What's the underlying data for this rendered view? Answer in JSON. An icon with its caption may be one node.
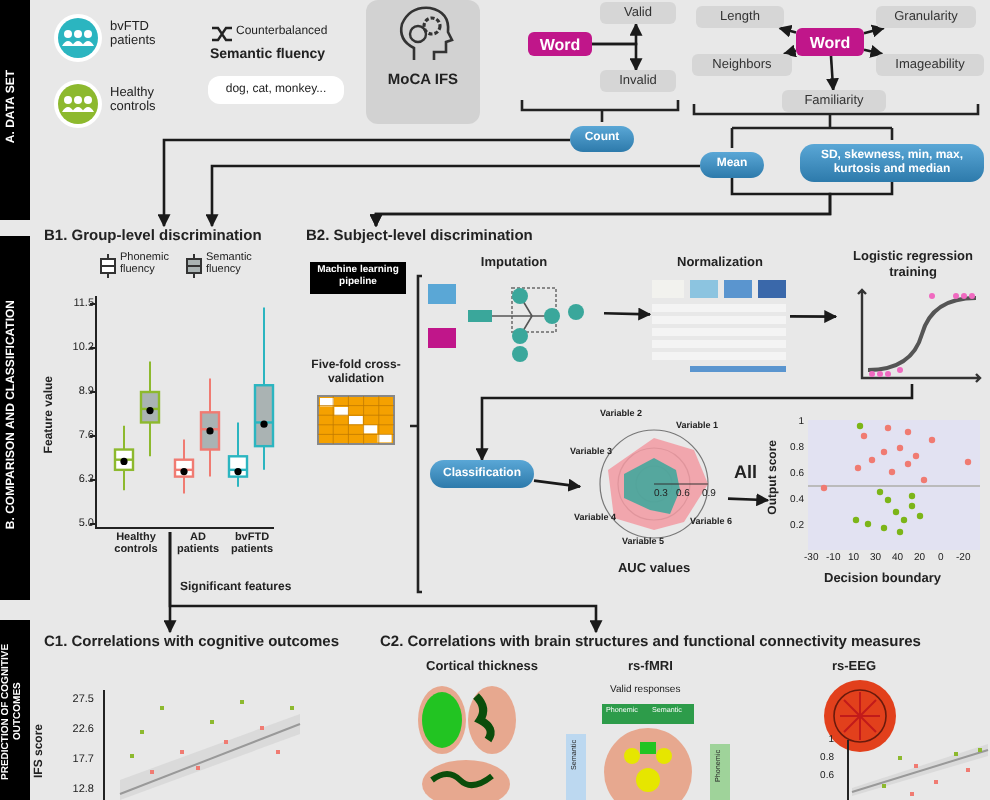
{
  "diagram": {
    "nodes": [
      {
        "text": [
          "dog, cat, monkey..."
        ]
      },
      {
        "text": [
          "MoCA IFS"
        ]
      },
      {
        "text": [
          "Word"
        ]
      },
      {
        "text": [
          "Valid"
        ]
      },
      {
        "text": [
          "Invalid"
        ]
      },
      {
        "text": [
          "Word"
        ]
      },
      {
        "text": [
          "Length"
        ]
      },
      {
        "text": [
          "Granularity"
        ]
      },
      {
        "text": [
          "Neighbors"
        ]
      },
      {
        "text": [
          "Imageability"
        ]
      },
      {
        "text": [
          "Familiarity"
        ]
      },
      {
        "text": [
          "Count"
        ]
      },
      {
        "text": [
          "Mean"
        ]
      },
      {
        "text": [
          "SD, skewness, min, max, kurtosis and median"
        ]
      },
      {
        "text": [
          "B1. Group-level discrimination"
        ]
      },
      {
        "text": [],
        "shape": "picture"
      },
      {
        "text": [
          "B2. Subject-level discrimination"
        ]
      },
      {
        "text": [
          "Five-fold cross-validation"
        ]
      },
      {
        "text": [
          "Imputation"
        ]
      },
      {
        "text": [
          "Normalization"
        ]
      },
      {
        "text": [
          "Logistic regression training"
        ]
      },
      {
        "text": [
          "Classification"
        ]
      },
      {
        "text": [
          "AUC values"
        ]
      },
      {
        "text": [],
        "shape": "picture"
      },
      {
        "text": [
          "C1. Correlations with cognitive outcomes"
        ]
      },
      {
        "text": [
          "C2. Correlations with brain structures and functional connectivity measures"
        ]
      }
    ],
    "edges": [
      {
        "from": 2,
        "to": 3,
        "arrow": "to"
      },
      {
        "from": 2,
        "to": 4,
        "arrow": "to"
      },
      {
        "from": 5,
        "to": 6,
        "arrow": "to"
      },
      {
        "from": 5,
        "to": 7,
        "arrow": "to"
      },
      {
        "from": 5,
        "to": 8,
        "arrow": "to"
      },
      {
        "from": 5,
        "to": 9,
        "arrow": "to"
      },
      {
        "from": 5,
        "to": 10,
        "arrow": "to"
      },
      {
        "from": 11,
        "to": 14,
        "arrow": "to"
      },
      {
        "from": 12,
        "to": 14,
        "arrow": "to"
      },
      {
        "from": 12,
        "to": 16,
        "arrow": "to"
      },
      {
        "from": 13,
        "to": 16,
        "arrow": "to"
      },
      {
        "from": 18,
        "to": 19,
        "arrow": "to"
      },
      {
        "from": 19,
        "to": 20,
        "arrow": "to"
      },
      {
        "from": 20,
        "to": 21,
        "arrow": "to"
      },
      {
        "from": 21,
        "to": 22,
        "arrow": "to"
      },
      {
        "from": 22,
        "to": 23,
        "label": "All",
        "arrow": "to"
      },
      {
        "from": 15,
        "to": 24,
        "label": "Significant features",
        "arrow": "to"
      },
      {
        "from": 15,
        "to": 25,
        "arrow": "to"
      }
    ],
    "labels": [
      "A. DATA SET",
      "bvFTD patients",
      "Healthy controls",
      "Counterbalanced",
      "Semantic fluency",
      "B. COMPARISON AND CLASSIFICATION",
      "Machine learning pipeline",
      "11.5",
      "10.2",
      "8.9",
      "7.6",
      "6.3",
      "5.0",
      "Feature value",
      "Healthy controls",
      "AD patients",
      "bvFTD patients",
      "Variable 2",
      "Variable 1",
      "Variable 3",
      "Variable 4",
      "Variable 6",
      "Variable 5",
      "0.3",
      "0.6",
      "0.9",
      "1",
      "0.8",
      "0.6",
      "0.4",
      "0.2",
      "Output score",
      "-30",
      "-10",
      "10",
      "30",
      "40",
      "20",
      "0",
      "-20",
      "Decision boundary",
      "PREDICTION OF COGNITIVE OUTCOMES",
      "Cortical thickness",
      "rs-fMRI",
      "rs-EEG",
      "Valid responses",
      "Phonemic",
      "Semantic",
      "Semantic",
      "Phonemic",
      "27.5",
      "22.6",
      "17.7",
      "12.8",
      "IFS score",
      "1",
      "0.8",
      "0.6"
    ],
    "legend": [
      {
        "text": "Phonemic fluency"
      },
      {
        "text": "Semantic fluency"
      }
    ]
  }
}
